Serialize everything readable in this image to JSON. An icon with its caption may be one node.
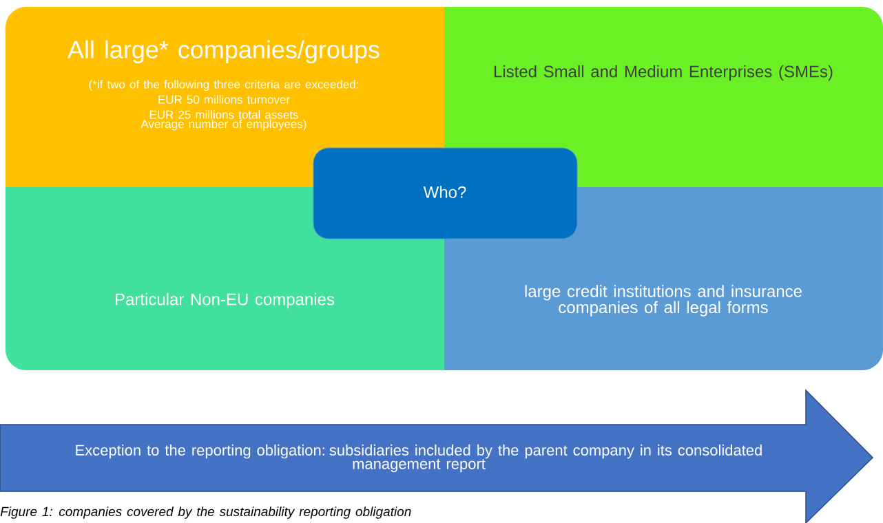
{
  "diagram": {
    "caption": "Figure 1: companies covered by the sustainability reporting obligation",
    "nodes": [
      {
        "text": [
          "All large* companies/groups",
          "(*if two of the following three criteria are exceeded:",
          "EUR 50 millions turnover",
          "EUR 25 millions total assets",
          "Average number of employees)"
        ]
      },
      {
        "text": [
          "Listed Small and Medium Enterprises (SMEs)"
        ]
      },
      {
        "text": [
          "Particular Non-EU companies"
        ]
      },
      {
        "text": [
          "large credit institutions and insurance companies of all legal forms"
        ]
      },
      {
        "text": [
          "Who?"
        ]
      },
      {
        "text": [
          "Exception to the reporting obligation: subsidiaries included by the parent company in its consolidated management report"
        ]
      }
    ],
    "edges": []
  }
}
